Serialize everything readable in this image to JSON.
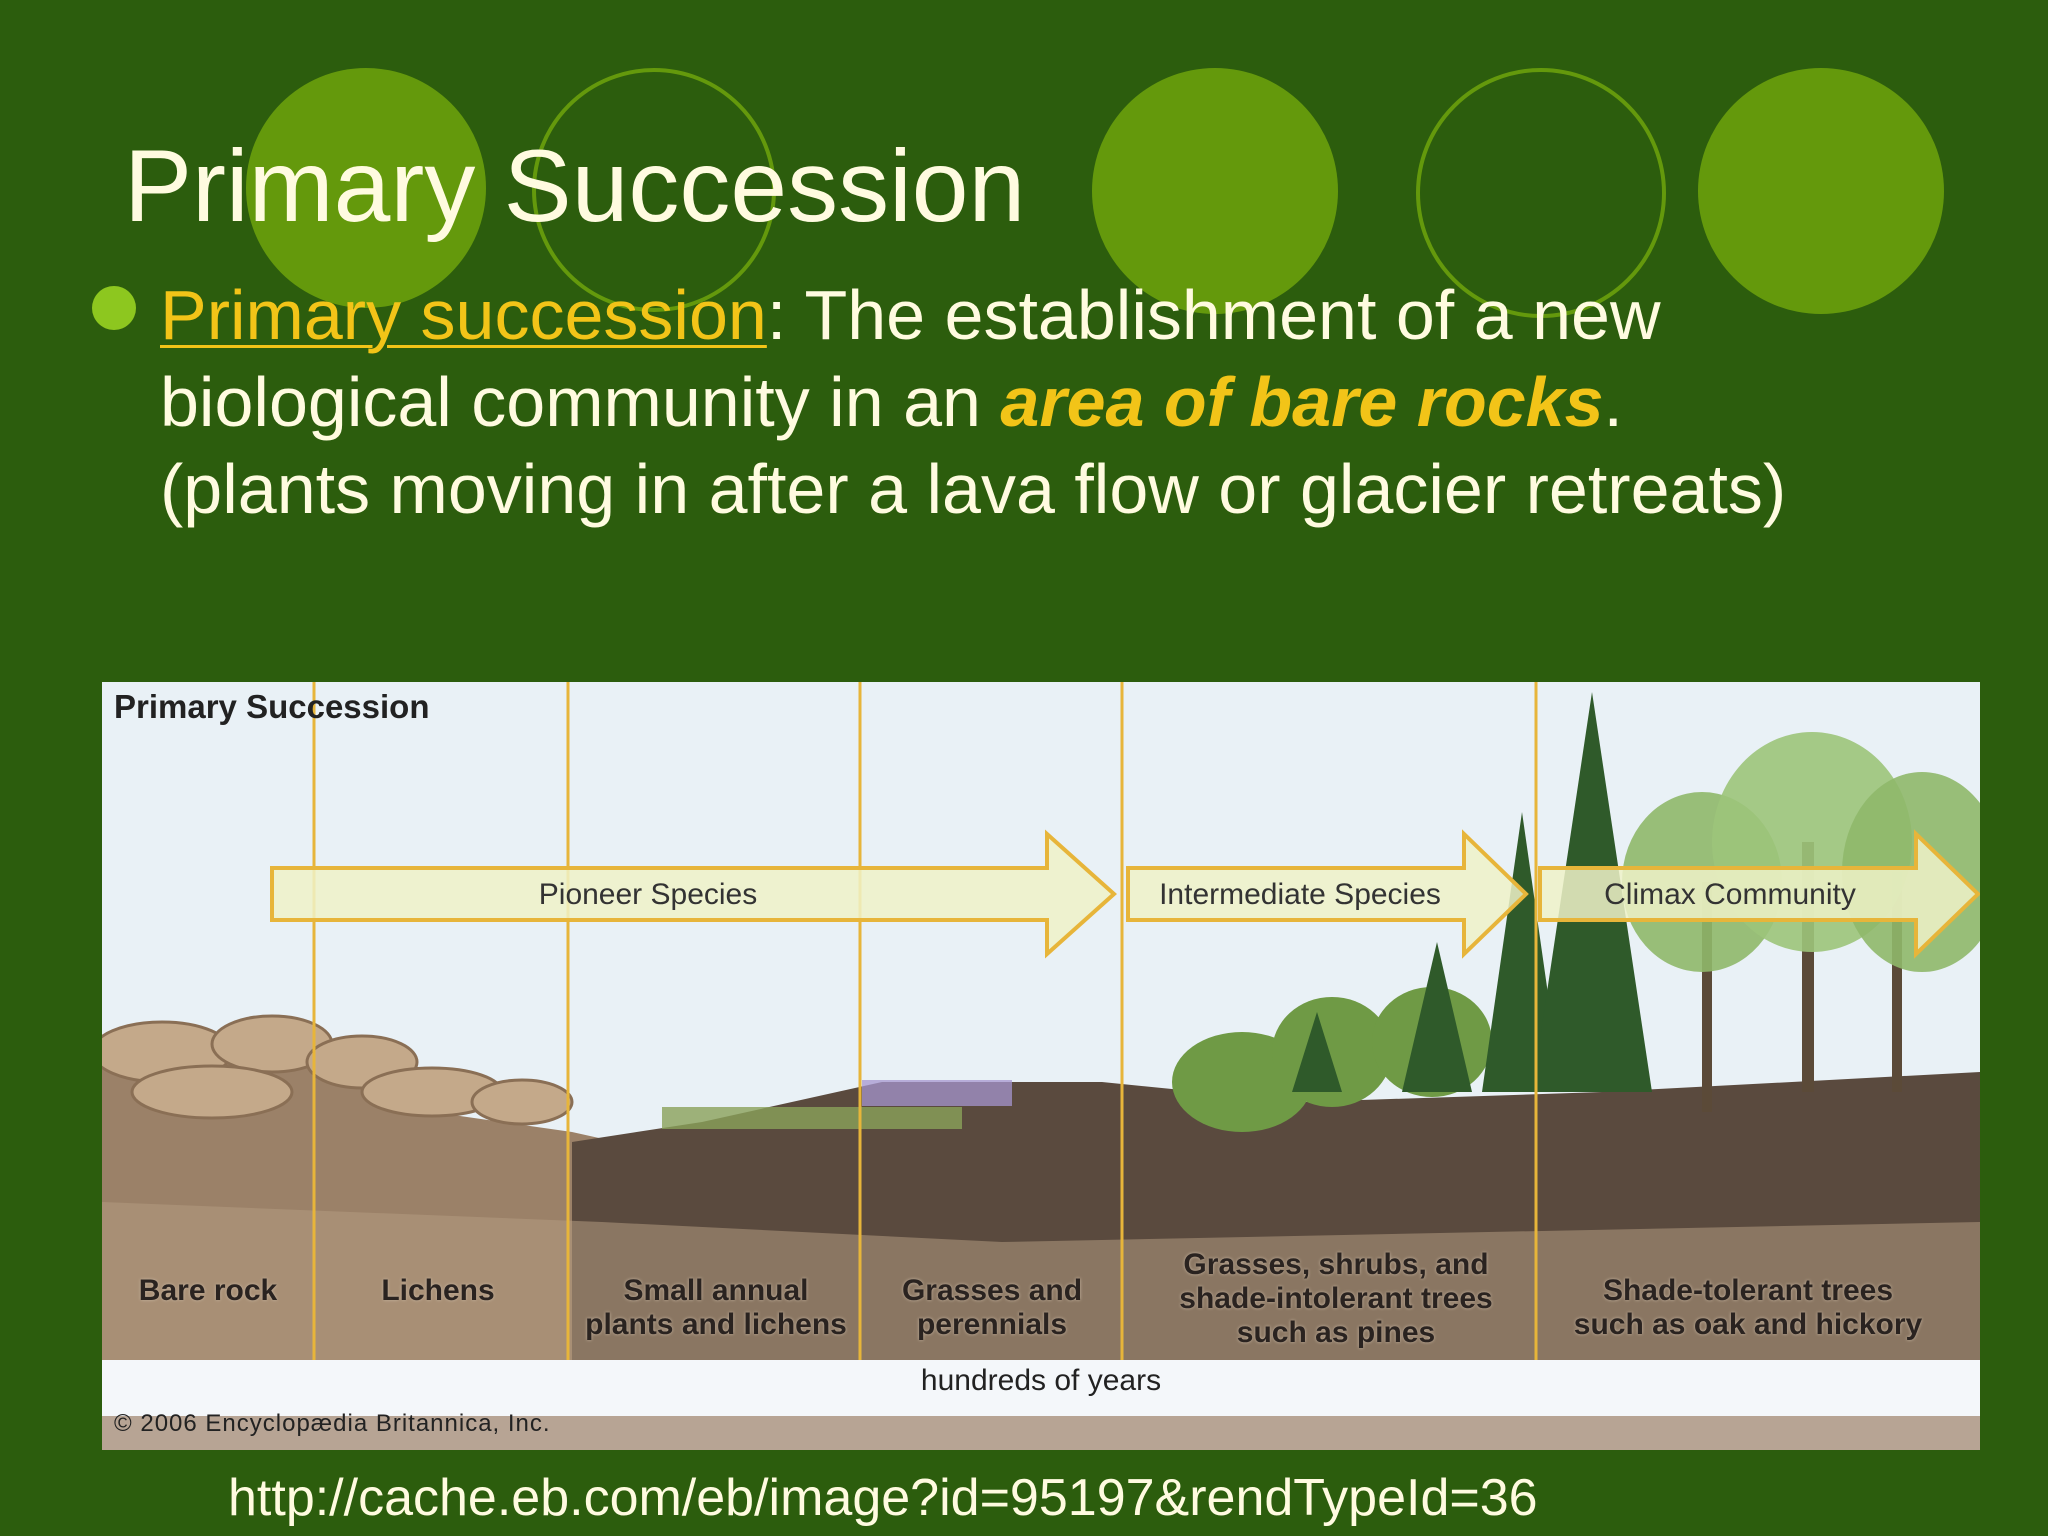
{
  "slide": {
    "title": "Primary Succession",
    "bullet": {
      "term": "Primary succession",
      "text_before": ": The establishment of a new biological community in an ",
      "emphasis": "area of bare rocks",
      "text_after": ".",
      "note": "(plants moving in after a lava flow or glacier retreats)"
    },
    "source_url": "http://cache.eb.com/eb/image?id=95197&rendTypeId=36"
  },
  "figure": {
    "title": "Primary Succession",
    "bands": [
      "Pioneer Species",
      "Intermediate Species",
      "Climax Community"
    ],
    "stages": [
      {
        "line1": "Bare rock",
        "line2": "",
        "line3": ""
      },
      {
        "line1": "Lichens",
        "line2": "",
        "line3": ""
      },
      {
        "line1": "Small annual",
        "line2": "plants and lichens",
        "line3": ""
      },
      {
        "line1": "Grasses and",
        "line2": "perennials",
        "line3": ""
      },
      {
        "line1": "Grasses, shrubs, and",
        "line2": "shade-intolerant trees",
        "line3": "such as pines"
      },
      {
        "line1": "Shade-tolerant trees",
        "line2": "such as oak and hickory",
        "line3": ""
      }
    ],
    "timeline": "hundreds of years",
    "credit": "© 2006 Encyclopædia Britannica, Inc."
  },
  "colors": {
    "background": "#2c5d0d",
    "circle": "#64990c",
    "bullet": "#8dc71f",
    "accent": "#f2c418",
    "text": "#fffbe0"
  }
}
